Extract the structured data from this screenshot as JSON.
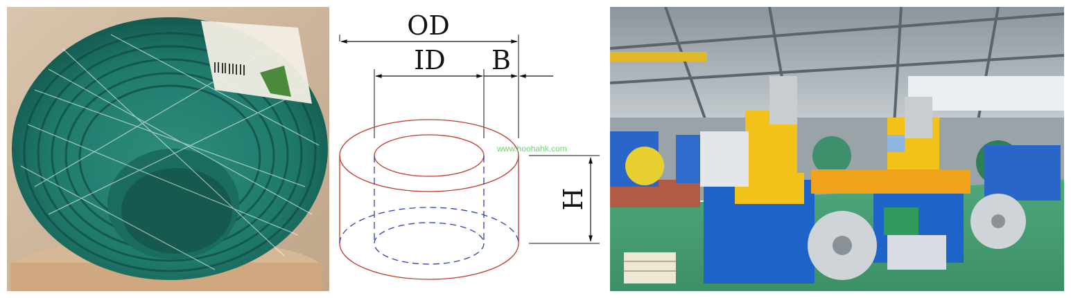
{
  "diagram": {
    "label_od": "OD",
    "label_id": "ID",
    "label_b": "B",
    "label_h": "H",
    "watermark": "www.hoohahk.com"
  },
  "colors": {
    "cable_green": "#1f7a6c",
    "ring_red": "#c0392b",
    "dash_blue": "#2b3fb0",
    "machine_blue": "#1e64c8",
    "machine_yellow": "#f2c21a"
  }
}
